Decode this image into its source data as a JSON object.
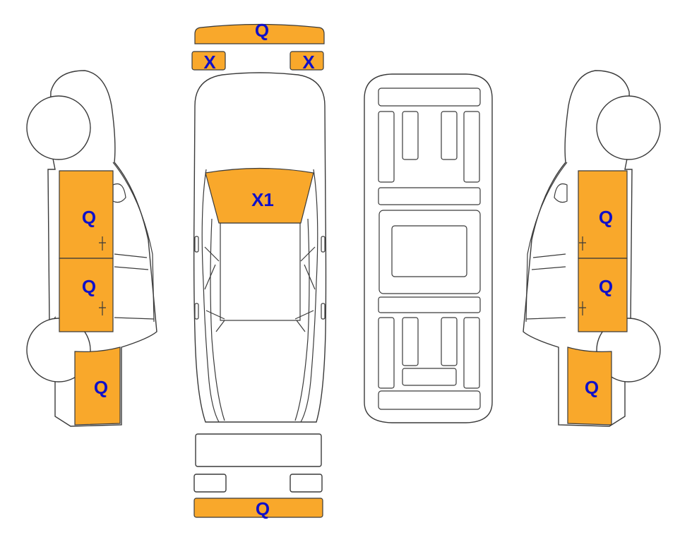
{
  "colors": {
    "damaged_panel": "#F9A82B",
    "mark_text": "#1010C8",
    "outline": "#3a3a3a",
    "background": "#FFFFFF"
  },
  "marks": {
    "front_bumper": "Q",
    "left_headlight": "X",
    "right_headlight": "X",
    "hood": "X1",
    "rear_bumper": "Q",
    "left_front_door": "Q",
    "left_rear_door": "Q",
    "left_rear_quarter": "Q",
    "right_front_door": "Q",
    "right_rear_door": "Q",
    "right_rear_quarter": "Q"
  }
}
